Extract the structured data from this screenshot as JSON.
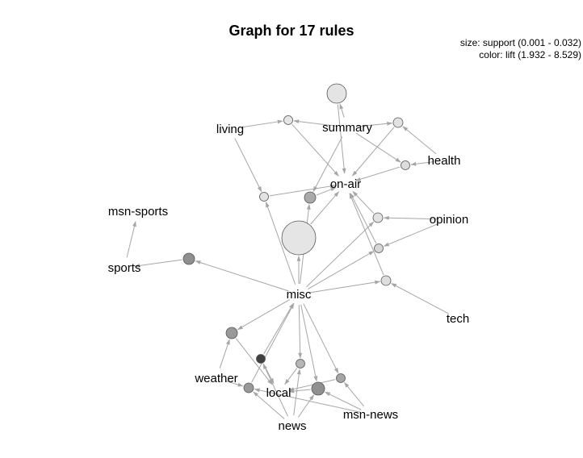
{
  "title": "Graph for 17 rules",
  "legend": {
    "size": "size: support (0.001 - 0.032)",
    "color": "color: lift (1.932 - 8.529)"
  },
  "colors": {
    "edge": "#a6a6a6",
    "node_stroke": "#555555",
    "text": "#000000"
  },
  "items": [
    {
      "label": "living"
    },
    {
      "label": "summary"
    },
    {
      "label": "health"
    },
    {
      "label": "on-air"
    },
    {
      "label": "msn-sports"
    },
    {
      "label": "opinion"
    },
    {
      "label": "sports"
    },
    {
      "label": "misc"
    },
    {
      "label": "tech"
    },
    {
      "label": "weather"
    },
    {
      "label": "local"
    },
    {
      "label": "msn-news"
    },
    {
      "label": "news"
    }
  ],
  "rules": [
    {
      "id": "r1",
      "fill": "#e4e4e4"
    },
    {
      "id": "r2",
      "fill": "#e6e6e6"
    },
    {
      "id": "r3",
      "fill": "#e2e2e2"
    },
    {
      "id": "r4",
      "fill": "#dddddd"
    },
    {
      "id": "r5",
      "fill": "#e3e3e3"
    },
    {
      "id": "r6",
      "fill": "#aaaaaa"
    },
    {
      "id": "r7",
      "fill": "#e2e2e2"
    },
    {
      "id": "r8",
      "fill": "#d7d7d7"
    },
    {
      "id": "r9",
      "fill": "#e5e5e5"
    },
    {
      "id": "r10",
      "fill": "#8f8f8f"
    },
    {
      "id": "r11",
      "fill": "#dedede"
    },
    {
      "id": "r12",
      "fill": "#999999"
    },
    {
      "id": "r13",
      "fill": "#404040"
    },
    {
      "id": "r14",
      "fill": "#b6b6b6"
    },
    {
      "id": "r15",
      "fill": "#999999"
    },
    {
      "id": "r16",
      "fill": "#a5a5a5"
    },
    {
      "id": "r17",
      "fill": "#909090"
    }
  ]
}
